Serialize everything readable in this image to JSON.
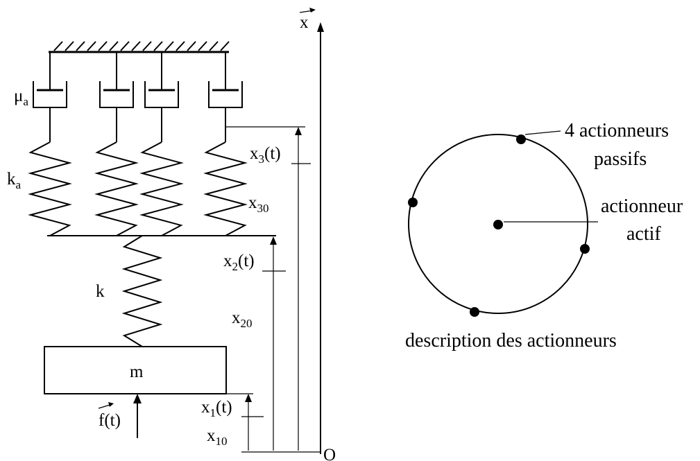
{
  "axis": {
    "x_label": "x",
    "origin_label": "O"
  },
  "left": {
    "damper_label_base": "μ",
    "damper_label_sub": "a",
    "spring_label_base": "k",
    "spring_label_sub": "a",
    "main_spring_label": "k",
    "mass_label": "m",
    "force_label": "f(t)",
    "x3_base": "x",
    "x3_sub": "3",
    "x3_suffix": "(t)",
    "x30_base": "x",
    "x30_sub": "30",
    "x2_base": "x",
    "x2_sub": "2",
    "x2_suffix": "(t)",
    "x20_base": "x",
    "x20_sub": "20",
    "x1_base": "x",
    "x1_sub": "1",
    "x1_suffix": "(t)",
    "x10_base": "x",
    "x10_sub": "10"
  },
  "right": {
    "passive_line1": "4 actionneurs",
    "passive_line2": "passifs",
    "active_line1": "actionneur",
    "active_line2": "actif",
    "caption": "description des actionneurs"
  }
}
